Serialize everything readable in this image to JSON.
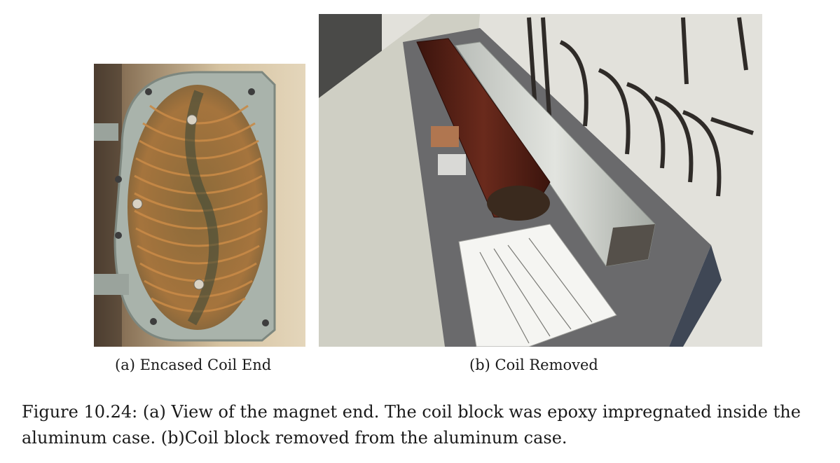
{
  "figure": {
    "subfigures": [
      {
        "label": "(a)",
        "caption": "Encased Coil End"
      },
      {
        "label": "(b)",
        "caption": "Coil Removed"
      }
    ],
    "caption_line1": "Figure 10.24: (a) View of the magnet end. The coil block was epoxy impregnated inside the",
    "caption_line2": "aluminum case. (b)Coil block removed from the aluminum case."
  },
  "colors": {
    "background": "#ffffff",
    "text": "#1a1a1a",
    "wood_bg": "#d9c7a6",
    "aluminum": "#a9b3ab",
    "copper_coil": "#b07a3e",
    "epoxy_green": "#6f8f6a",
    "brown_coil_block": "#5a1f14",
    "workbench": "#6a6a6c",
    "floor": "#cfcfc4",
    "wall": "#e2e1db"
  }
}
